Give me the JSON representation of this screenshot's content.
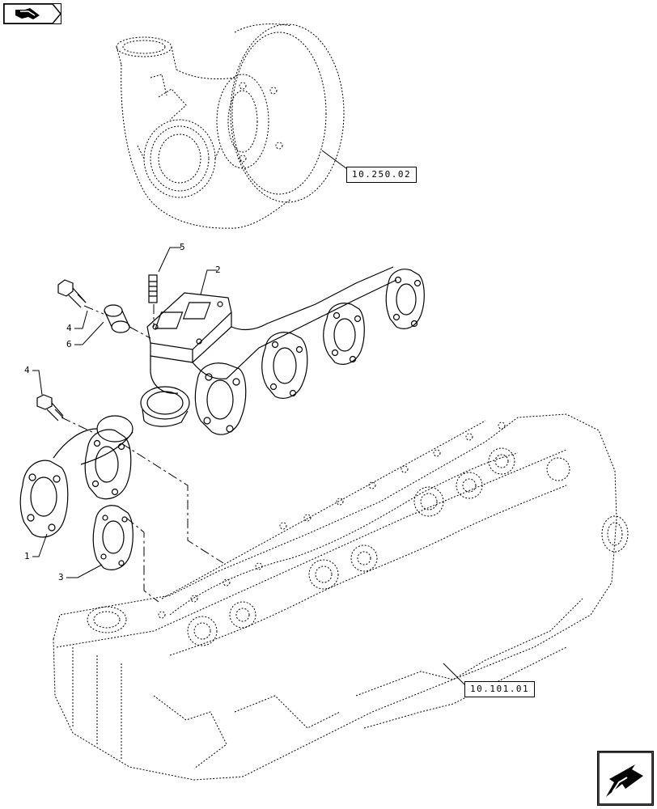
{
  "navigation": {
    "back_icon": "back-arrow-icon",
    "next_icon": "next-arrow-icon"
  },
  "references": {
    "turbocharger": "10.250.02",
    "cylinder_head": "10.101.01"
  },
  "callouts": {
    "exhaust_manifold_front": "1",
    "exhaust_manifold_rear": "2",
    "gasket": "3",
    "bolt_upper": "4",
    "bolt_lower": "4",
    "stud": "5",
    "spacer": "6"
  }
}
